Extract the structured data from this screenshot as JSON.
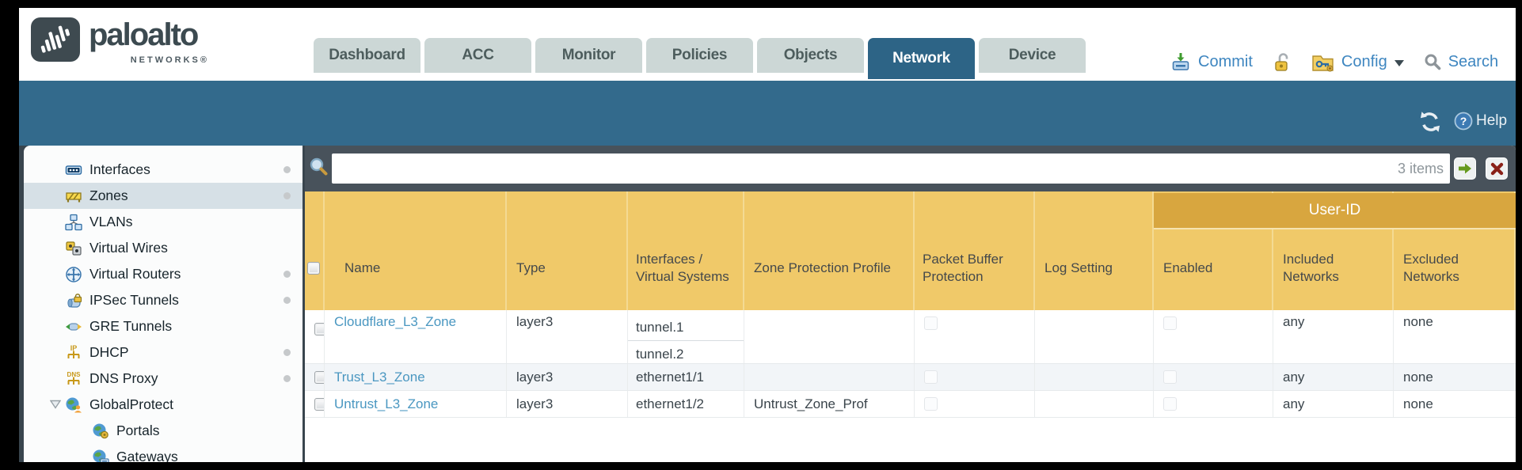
{
  "colors": {
    "teal_band": "#336a8c",
    "active_tab": "#2d6486",
    "table_header": "#f0c969",
    "user_id_band": "#d8a63f",
    "link_blue": "#4a97c1",
    "action_blue": "#3e86c0",
    "filterbar_slate": "#48525b"
  },
  "header": {
    "brand": "paloalto",
    "brand_sub": "NETWORKS®",
    "tabs": [
      {
        "label": "Dashboard",
        "active": false
      },
      {
        "label": "ACC",
        "active": false
      },
      {
        "label": "Monitor",
        "active": false
      },
      {
        "label": "Policies",
        "active": false
      },
      {
        "label": "Objects",
        "active": false
      },
      {
        "label": "Network",
        "active": true
      },
      {
        "label": "Device",
        "active": false
      }
    ],
    "actions": {
      "commit": "Commit",
      "config": "Config",
      "search": "Search"
    }
  },
  "toolbar": {
    "help": "Help"
  },
  "sidebar": {
    "items": [
      {
        "label": "Interfaces",
        "dot": true
      },
      {
        "label": "Zones",
        "dot": true,
        "selected": true
      },
      {
        "label": "VLANs",
        "dot": false
      },
      {
        "label": "Virtual Wires",
        "dot": false
      },
      {
        "label": "Virtual Routers",
        "dot": true
      },
      {
        "label": "IPSec Tunnels",
        "dot": true
      },
      {
        "label": "GRE Tunnels",
        "dot": false
      },
      {
        "label": "DHCP",
        "dot": true
      },
      {
        "label": "DNS Proxy",
        "dot": true
      },
      {
        "label": "GlobalProtect",
        "dot": false,
        "expandable": true
      },
      {
        "label": "Portals",
        "dot": false,
        "child": true
      },
      {
        "label": "Gateways",
        "dot": false,
        "child": true
      }
    ]
  },
  "filter": {
    "value": "",
    "count_label": "3 items"
  },
  "table": {
    "group_header": "User-ID",
    "columns": [
      {
        "label": "Name"
      },
      {
        "label": "Type"
      },
      {
        "label": "Interfaces / Virtual Systems"
      },
      {
        "label": "Zone Protection Profile"
      },
      {
        "label": "Packet Buffer Protection"
      },
      {
        "label": "Log Setting"
      },
      {
        "label": "Enabled"
      },
      {
        "label": "Included Networks"
      },
      {
        "label": "Excluded Networks"
      }
    ],
    "rows": [
      {
        "name": "Cloudflare_L3_Zone",
        "type": "layer3",
        "interfaces": [
          "tunnel.1",
          "tunnel.2"
        ],
        "zone_protection_profile": "",
        "log_setting": "",
        "included_networks": "any",
        "excluded_networks": "none"
      },
      {
        "name": "Trust_L3_Zone",
        "type": "layer3",
        "interfaces": [
          "ethernet1/1"
        ],
        "zone_protection_profile": "",
        "log_setting": "",
        "included_networks": "any",
        "excluded_networks": "none"
      },
      {
        "name": "Untrust_L3_Zone",
        "type": "layer3",
        "interfaces": [
          "ethernet1/2"
        ],
        "zone_protection_profile": "Untrust_Zone_Prof",
        "log_setting": "",
        "included_networks": "any",
        "excluded_networks": "none"
      }
    ]
  }
}
